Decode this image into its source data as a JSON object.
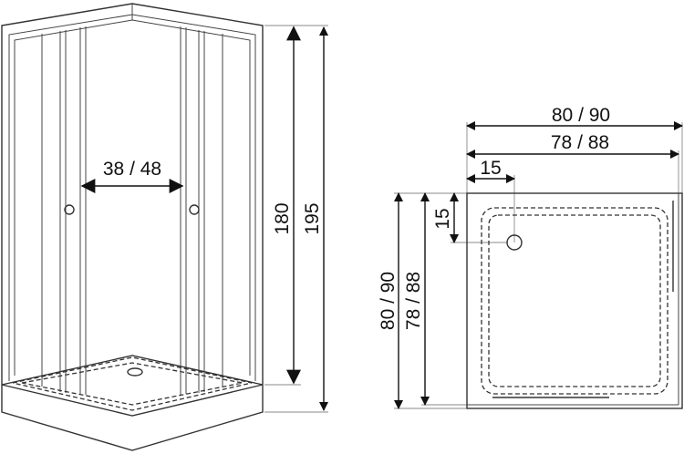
{
  "colors": {
    "line": "#333333",
    "text": "#111111",
    "background": "#ffffff"
  },
  "front_view": {
    "door_opening": "38 / 48",
    "door_height": "180",
    "total_height": "195"
  },
  "top_view": {
    "outer_width": "80 / 90",
    "inner_width": "78 / 88",
    "drain_offset_x": "15",
    "drain_offset_y": "15",
    "outer_depth": "80 / 90",
    "inner_depth": "78 / 88"
  }
}
